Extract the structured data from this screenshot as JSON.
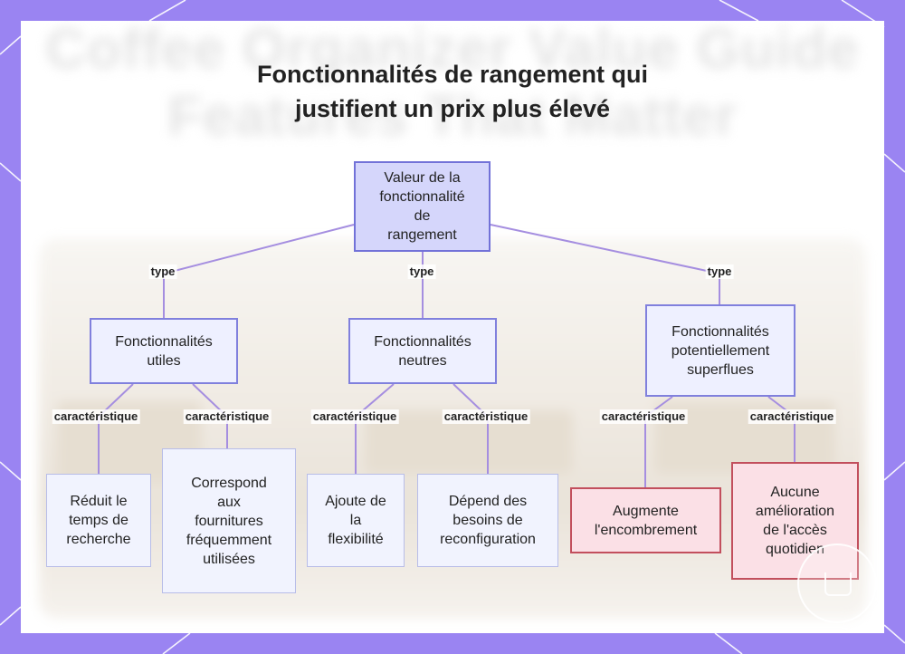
{
  "title": {
    "line1": "Fonctionnalités de rangement qui",
    "line2": "justifient un prix plus élevé"
  },
  "background_title": {
    "line1": "Coffee Organizer Value Guide",
    "line2": "Features That Matter"
  },
  "nodes": {
    "root": [
      "Valeur de la",
      "fonctionnalité",
      "de",
      "rangement"
    ],
    "useful": [
      "Fonctionnalités",
      "utiles"
    ],
    "neutral": [
      "Fonctionnalités",
      "neutres"
    ],
    "superfluous": [
      "Fonctionnalités",
      "potentiellement",
      "superflues"
    ],
    "reduces_time": [
      "Réduit le",
      "temps de",
      "recherche"
    ],
    "matches_supplies": [
      "Correspond",
      "aux",
      "fournitures",
      "fréquemment",
      "utilisées"
    ],
    "adds_flexibility": [
      "Ajoute de",
      "la",
      "flexibilité"
    ],
    "depends_needs": [
      "Dépend des",
      "besoins de",
      "reconfiguration"
    ],
    "increases_clutter": [
      "Augmente",
      "l'encombrement"
    ],
    "no_improvement": [
      "Aucune",
      "amélioration",
      "de l'accès",
      "quotidien"
    ]
  },
  "edge_labels": {
    "type_left": "type",
    "type_mid": "type",
    "type_right": "type",
    "char_1": "caractéristique",
    "char_2": "caractéristique",
    "char_3": "caractéristique",
    "char_4": "caractéristique",
    "char_5": "caractéristique",
    "char_6": "caractéristique"
  },
  "colors": {
    "frame": "#9a84f2",
    "edge": "#a58ee0",
    "root_fill": "#d5d6fb",
    "category_fill": "#eef0ff",
    "warning_fill": "#fbe0e6",
    "warning_border": "#c24f5d"
  },
  "icons": {
    "watermark": "coffee-cup-icon"
  }
}
